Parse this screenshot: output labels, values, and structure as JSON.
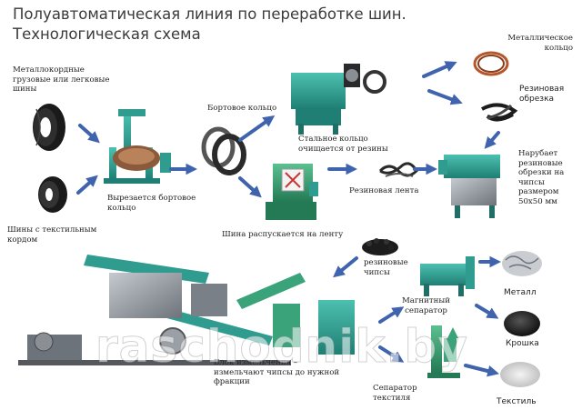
{
  "title": {
    "line1": "Полуавтоматическая линия по переработке шин.",
    "line2": "Технологическая схема"
  },
  "labels": {
    "truck_tires": [
      "Металлокордные",
      "грузовые или легковые",
      "шины"
    ],
    "textile_tires": [
      "Шины с текстильным",
      "кордом"
    ],
    "bead_cut": [
      "Вырезается бортовое",
      "кольцо"
    ],
    "bead_ring": [
      "Бортовое кольцо"
    ],
    "steel_ring": [
      "Стальное кольцо",
      "очищается от резины"
    ],
    "metal_ring": [
      "Металлическое",
      "кольцо"
    ],
    "rubber_scrap": [
      "Резиновая",
      "обрезка"
    ],
    "chips_cut": [
      "Нарубает",
      "резиновые",
      "обрезки на",
      "чипсы",
      "размером",
      "50х50 мм"
    ],
    "rubber_strip": [
      "Резиновая лента"
    ],
    "tire_to_strip": [
      "Шина распускается на ленту"
    ],
    "rubber_chips": [
      "резиновые",
      "чипсы"
    ],
    "magnetic_separator": [
      "Магнитный",
      "сепаратор"
    ],
    "metal": [
      "Металл"
    ],
    "crumb": [
      "Крошка"
    ],
    "grinding": [
      "Блок измельчения –",
      "измельчают чипсы до нужной",
      "фракции"
    ],
    "textile_separator": [
      "Сепаратор",
      "текстиля"
    ],
    "textile": [
      "Текстиль"
    ]
  },
  "watermark": "raschodnik.by",
  "colors": {
    "arrow": "#3f63ad",
    "machine_teal": "#2f9c8f",
    "machine_green": "#3aa37a",
    "rubber": "#1c1c1c",
    "copper": "#b5562b",
    "steel": "#8a8f96"
  },
  "icons": [
    "arrow-icon",
    "tire-icon",
    "machine-icon",
    "conveyor-icon"
  ]
}
